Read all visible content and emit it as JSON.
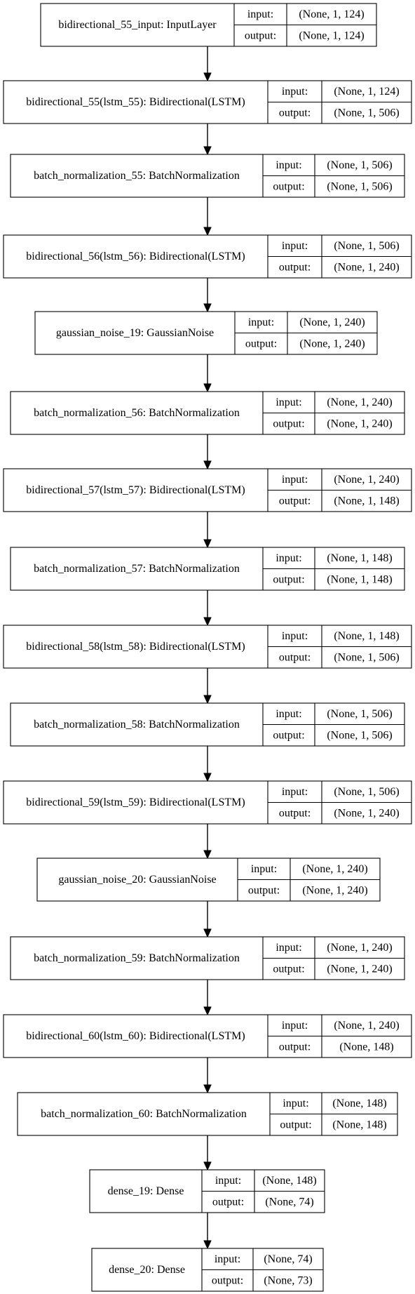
{
  "diagram": {
    "port_labels": {
      "input": "input:",
      "output": "output:"
    },
    "nodes": [
      {
        "name": "bidirectional_55_input: InputLayer",
        "input": "(None, 1, 124)",
        "output": "(None, 1, 124)"
      },
      {
        "name": "bidirectional_55(lstm_55): Bidirectional(LSTM)",
        "input": "(None, 1, 124)",
        "output": "(None, 1, 506)"
      },
      {
        "name": "batch_normalization_55: BatchNormalization",
        "input": "(None, 1, 506)",
        "output": "(None, 1, 506)"
      },
      {
        "name": "bidirectional_56(lstm_56): Bidirectional(LSTM)",
        "input": "(None, 1, 506)",
        "output": "(None, 1, 240)"
      },
      {
        "name": "gaussian_noise_19: GaussianNoise",
        "input": "(None, 1, 240)",
        "output": "(None, 1, 240)"
      },
      {
        "name": "batch_normalization_56: BatchNormalization",
        "input": "(None, 1, 240)",
        "output": "(None, 1, 240)"
      },
      {
        "name": "bidirectional_57(lstm_57): Bidirectional(LSTM)",
        "input": "(None, 1, 240)",
        "output": "(None, 1, 148)"
      },
      {
        "name": "batch_normalization_57: BatchNormalization",
        "input": "(None, 1, 148)",
        "output": "(None, 1, 148)"
      },
      {
        "name": "bidirectional_58(lstm_58): Bidirectional(LSTM)",
        "input": "(None, 1, 148)",
        "output": "(None, 1, 506)"
      },
      {
        "name": "batch_normalization_58: BatchNormalization",
        "input": "(None, 1, 506)",
        "output": "(None, 1, 506)"
      },
      {
        "name": "bidirectional_59(lstm_59): Bidirectional(LSTM)",
        "input": "(None, 1, 506)",
        "output": "(None, 1, 240)"
      },
      {
        "name": "gaussian_noise_20: GaussianNoise",
        "input": "(None, 1, 240)",
        "output": "(None, 1, 240)"
      },
      {
        "name": "batch_normalization_59: BatchNormalization",
        "input": "(None, 1, 240)",
        "output": "(None, 1, 240)"
      },
      {
        "name": "bidirectional_60(lstm_60): Bidirectional(LSTM)",
        "input": "(None, 1, 240)",
        "output": "(None, 148)"
      },
      {
        "name": "batch_normalization_60: BatchNormalization",
        "input": "(None, 148)",
        "output": "(None, 148)"
      },
      {
        "name": "dense_19: Dense",
        "input": "(None, 148)",
        "output": "(None, 74)"
      },
      {
        "name": "dense_20: Dense",
        "input": "(None, 74)",
        "output": "(None, 73)"
      }
    ]
  }
}
